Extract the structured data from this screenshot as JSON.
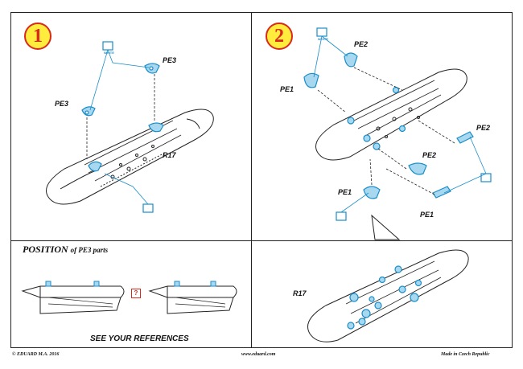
{
  "steps": [
    "1",
    "2"
  ],
  "panel1": {
    "labels": {
      "pe3_top": "PE3",
      "pe3_left": "PE3",
      "r17": "R17"
    },
    "color_tag": "WHITE"
  },
  "panel2": {
    "labels": {
      "pe2_top": "PE2",
      "pe1_left": "PE1",
      "pe2_right": "PE2",
      "pe2_mid": "PE2",
      "pe1_bottom_left": "PE1",
      "pe1_bottom_right": "PE1"
    },
    "color_tag": "WHITE"
  },
  "detail": {
    "r17": "R17"
  },
  "position": {
    "title": "POSITION",
    "subtitle": "of PE3 parts",
    "question": "?",
    "see_references": "SEE YOUR REFERENCES"
  },
  "footer": {
    "copyright": "© EDUARD M.A. 2016",
    "url": "www.eduard.com",
    "made_in": "Made in Czech Republic"
  },
  "colors": {
    "part": "#1a8ec9",
    "badge_fill": "#ffec3d",
    "badge_ring": "#d92a1c",
    "line": "#222222"
  }
}
